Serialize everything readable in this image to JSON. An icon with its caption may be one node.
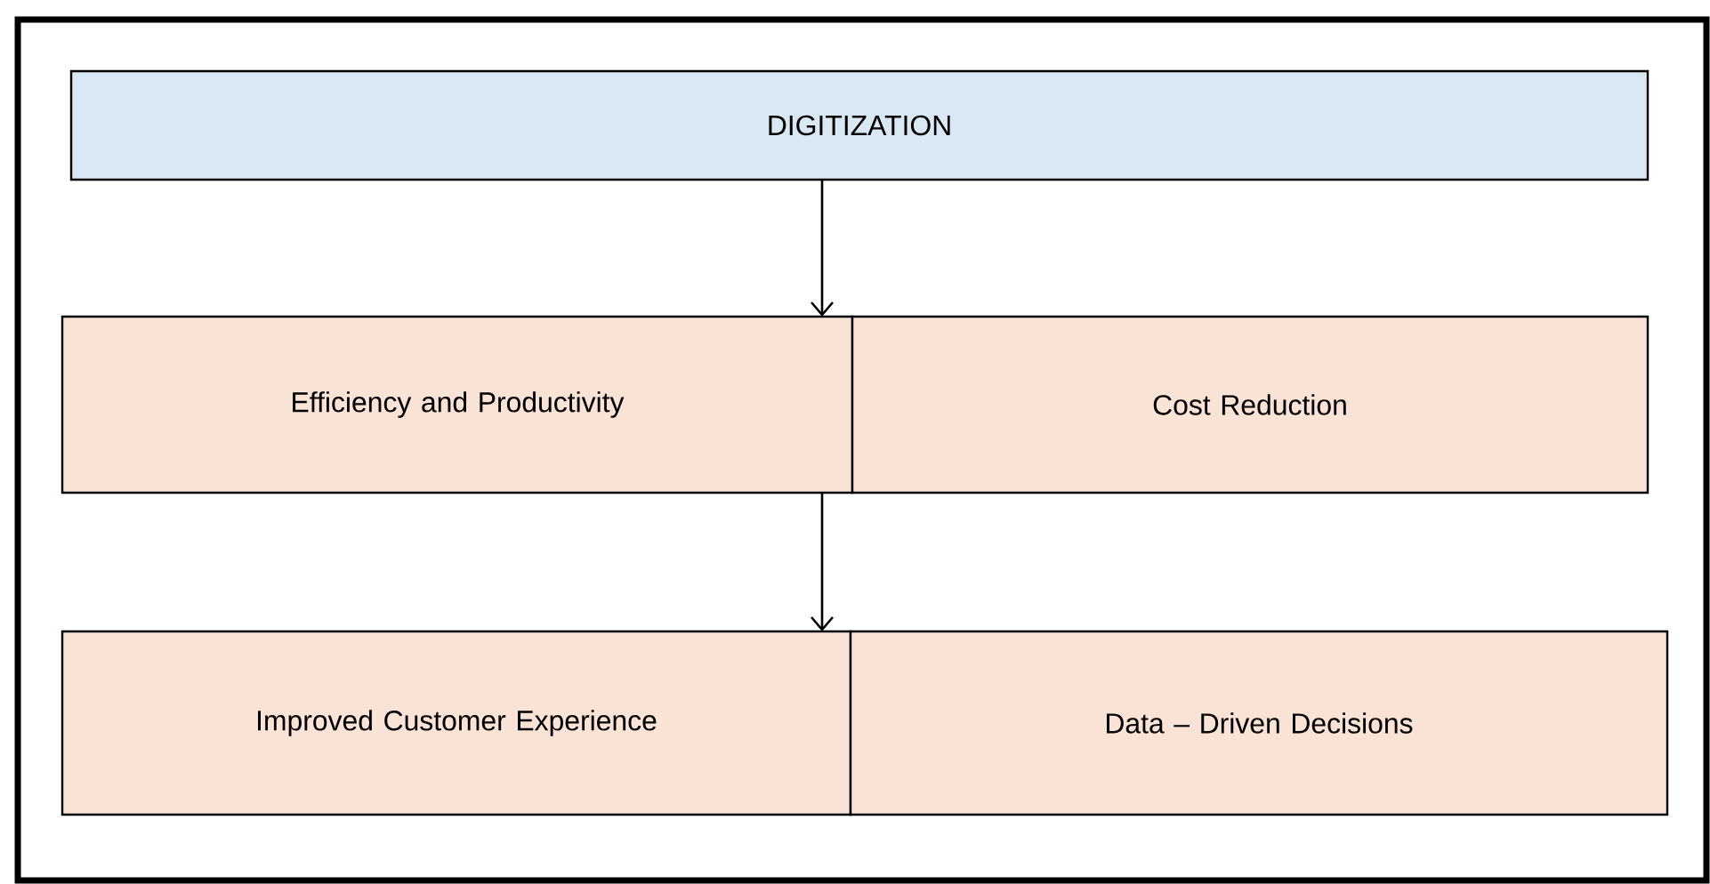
{
  "diagram": {
    "nodes": [
      {
        "text": [
          "DIGITIZATION"
        ]
      },
      {
        "text": [
          "Efficiency and Productivity"
        ]
      },
      {
        "text": [
          "Cost Reduction"
        ]
      },
      {
        "text": [
          "Improved Customer Experience"
        ]
      },
      {
        "text": [
          "Data – Driven Decisions"
        ]
      }
    ],
    "edges": [
      {
        "from": 0,
        "to": 1,
        "arrow": "to"
      },
      {
        "from": 1,
        "to": 3,
        "arrow": "to"
      }
    ]
  }
}
